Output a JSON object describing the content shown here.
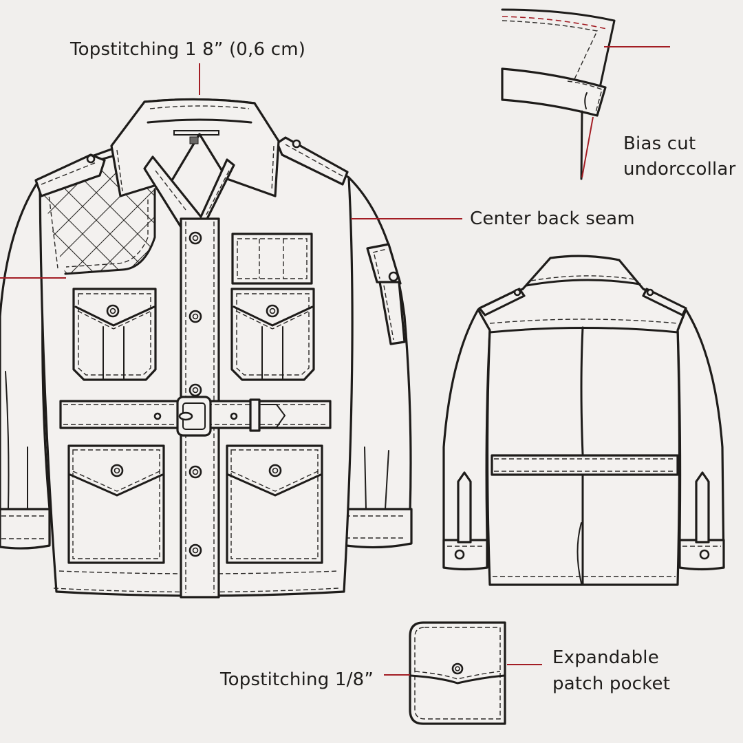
{
  "diagram": {
    "type": "technical-flat",
    "subject": "Field / safari jacket with belt",
    "views": [
      "front",
      "back",
      "collar-detail",
      "pocket-detail"
    ],
    "colors": {
      "background": "#f1efed",
      "outline": "#1e1c1a",
      "callout": "#a31d24"
    }
  },
  "labels": {
    "topstitch_top": "Topstitching 1 8” (0,6 cm)",
    "bias_cut_line1": "Bias cut",
    "bias_cut_line2": "undorccollar",
    "center_back_seam": "Center back seam",
    "topstitch_bottom": "Topstitching 1/8”",
    "expandable_line1": "Expandable",
    "expandable_line2": "patch pocket"
  },
  "front_view": {
    "features": [
      "quilted shoulder patch",
      "notched collar",
      "shoulder epaulets",
      "placket with 5 buttons",
      "2 chest bellows pockets with flaps",
      "pen pocket",
      "sleeve utility pocket",
      "belt with rectangular buckle and loop",
      "2 lower patch pockets with flaps",
      "barrel cuffs"
    ],
    "button_count": 5
  },
  "back_view": {
    "features": [
      "back yoke",
      "epaulets",
      "center back seam / inverted pleat",
      "half belt",
      "sleeve tabs",
      "cuffs with buttons"
    ]
  }
}
